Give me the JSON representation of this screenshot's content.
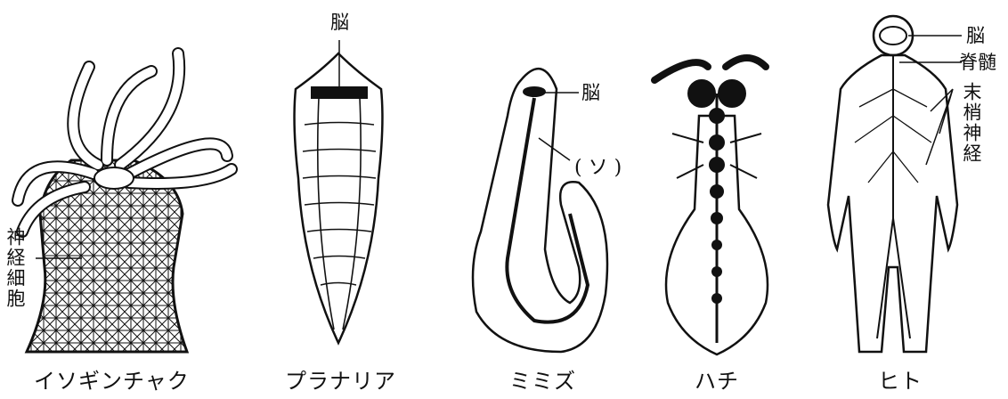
{
  "animals": [
    {
      "name": "イソギンチャク",
      "labels": {
        "neuron": "神経細胞"
      }
    },
    {
      "name": "プラナリア",
      "labels": {
        "brain": "脳"
      }
    },
    {
      "name": "ミミズ",
      "labels": {
        "brain": "脳",
        "blank": "( ソ )"
      }
    },
    {
      "name": "ハチ"
    },
    {
      "name": "ヒト",
      "labels": {
        "brain": "脳",
        "spinal_cord": "脊髄",
        "peripheral": "末梢神経"
      }
    }
  ]
}
